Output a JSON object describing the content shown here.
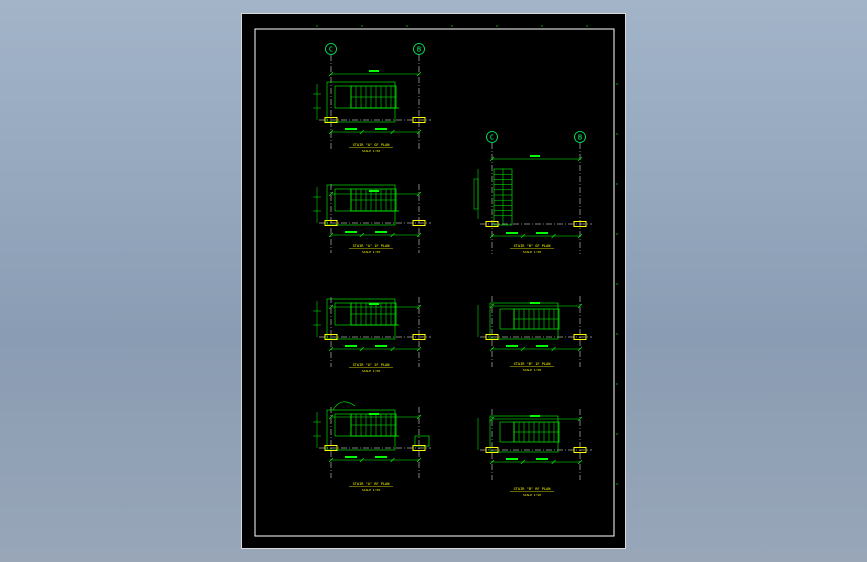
{
  "viewport": {
    "background": "#94a7bd"
  },
  "sheet": {
    "background": "#000000",
    "frame_color": "#ffffff",
    "line_color": "#00ff00",
    "accent_color": "#ffff00",
    "grid_label_color": "#00ff66",
    "dim_color": "#00ffff"
  },
  "panels": [
    {
      "id": "p1",
      "grid_left": "C",
      "grid_right": "B",
      "title": "STAIR \"A\" GF PLAN",
      "scale": "SCALE 1:50",
      "show_grid_bubbles": true
    },
    {
      "id": "p2",
      "grid_left": "",
      "grid_right": "",
      "title": "STAIR \"A\" 1F PLAN",
      "scale": "SCALE 1:50",
      "show_grid_bubbles": false
    },
    {
      "id": "p3",
      "grid_left": "",
      "grid_right": "",
      "title": "STAIR \"A\" 2F PLAN",
      "scale": "SCALE 1:50",
      "show_grid_bubbles": false
    },
    {
      "id": "p4",
      "grid_left": "",
      "grid_right": "",
      "title": "STAIR \"A\" RF PLAN",
      "scale": "SCALE 1:50",
      "show_grid_bubbles": false
    },
    {
      "id": "p5",
      "grid_left": "C",
      "grid_right": "B",
      "title": "STAIR \"B\" GF PLAN",
      "scale": "SCALE 1:50",
      "show_grid_bubbles": true
    },
    {
      "id": "p6",
      "grid_left": "",
      "grid_right": "",
      "title": "STAIR \"B\" 1F PLAN",
      "scale": "SCALE 1:50",
      "show_grid_bubbles": false
    },
    {
      "id": "p7",
      "grid_left": "",
      "grid_right": "",
      "title": "STAIR \"B\" RF PLAN",
      "scale": "SCALE 1:50",
      "show_grid_bubbles": false
    }
  ]
}
